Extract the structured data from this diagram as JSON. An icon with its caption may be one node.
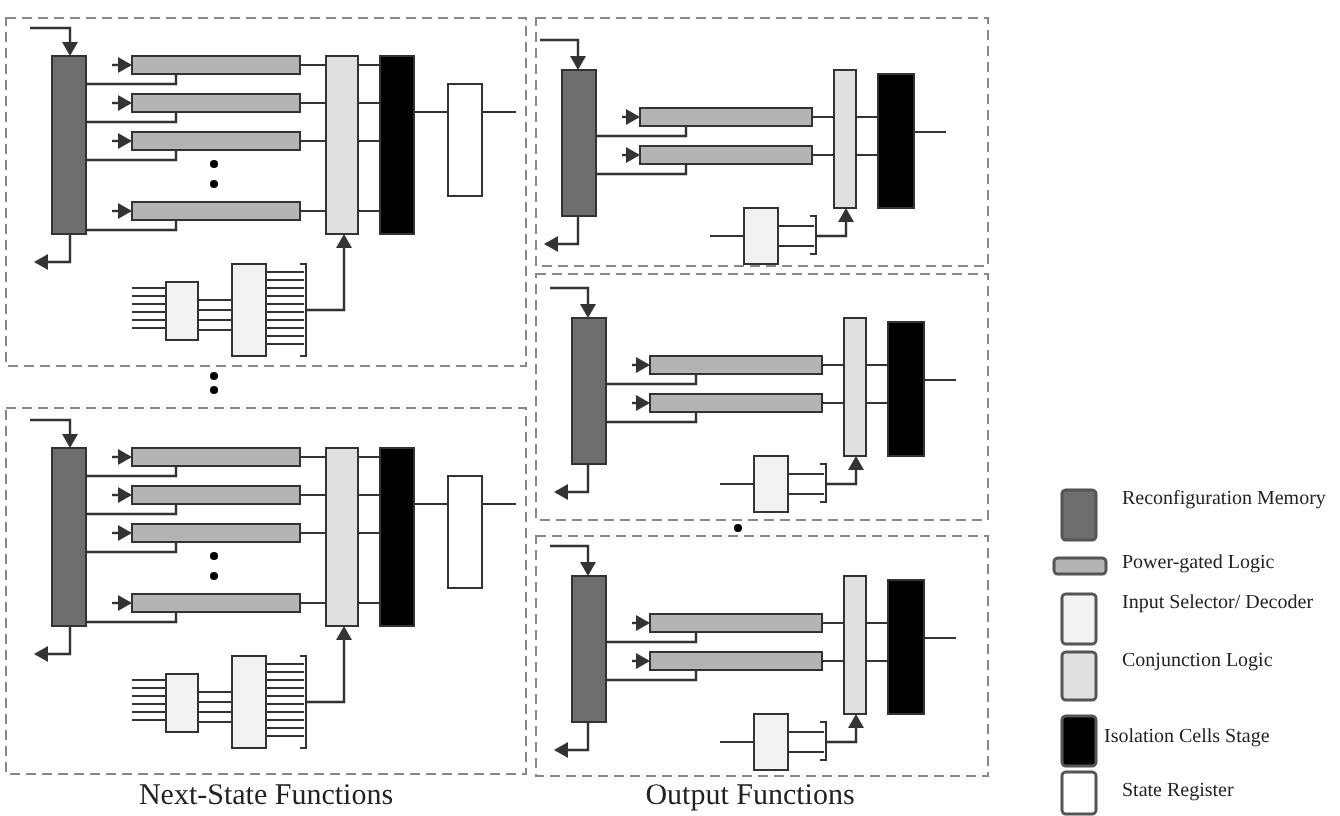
{
  "diagram": {
    "labels": [
      "Next-State Functions",
      "Output Functions"
    ],
    "legend": [
      {
        "text": "Reconfiguration Memory",
        "color": "#6e6e6e"
      },
      {
        "text": "Power-gated Logic",
        "color": "#b4b4b4"
      },
      {
        "text": "Input Selector/ Decoder",
        "color": "#f2f2f2"
      },
      {
        "text": "Conjunction Logic",
        "color": "#e0e0e0"
      },
      {
        "text": "Isolation Cells Stage",
        "color": "#000000"
      },
      {
        "text": "State Register",
        "color": "#ffffff"
      }
    ]
  }
}
